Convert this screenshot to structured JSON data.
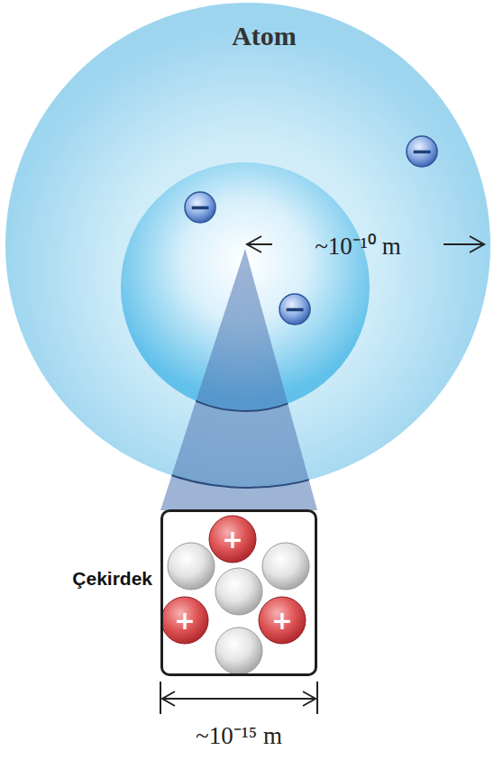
{
  "diagram": {
    "nodes": [
      {
        "text": [
          "Atom"
        ]
      },
      {
        "text": [
          "Çekirdek"
        ]
      }
    ],
    "labels": [
      "~10⁻¹⁰ m",
      "~10⁻¹⁵ m",
      "−",
      "−",
      "−",
      "+",
      "+",
      "+"
    ]
  }
}
